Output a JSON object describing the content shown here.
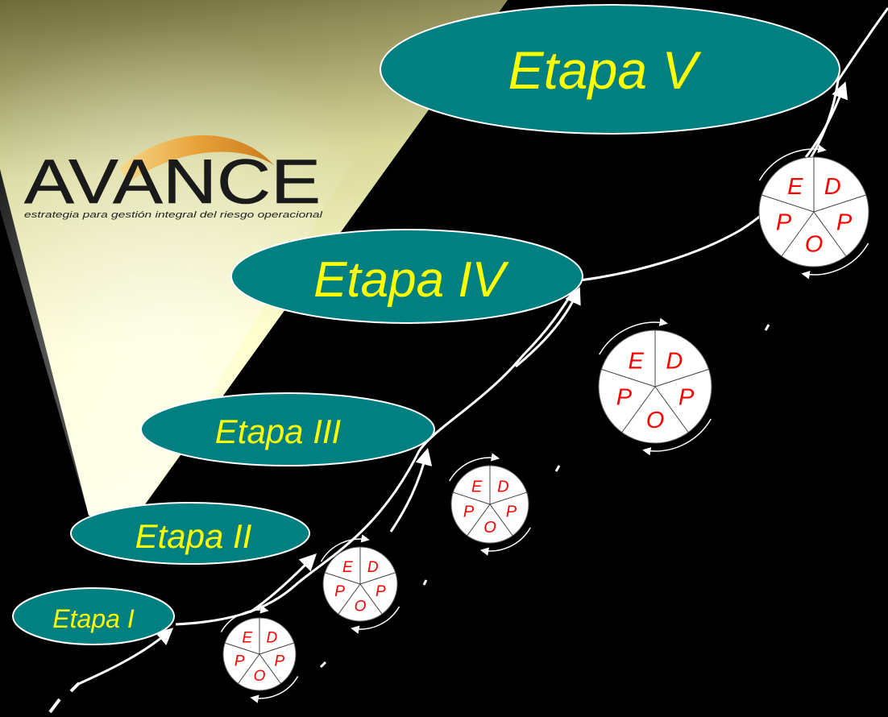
{
  "brand": {
    "name": "AVANCE",
    "tagline": "estrategia para gestión integral del riesgo operacional"
  },
  "stages": [
    {
      "label": "Etapa I"
    },
    {
      "label": "Etapa II"
    },
    {
      "label": "Etapa III"
    },
    {
      "label": "Etapa IV"
    },
    {
      "label": "Etapa V"
    }
  ],
  "cycle": {
    "letters": [
      "E",
      "D",
      "P",
      "O",
      "P"
    ]
  },
  "colors": {
    "background": "#000000",
    "ellipse_fill": "#008080",
    "stage_text": "#ffff00",
    "cycle_letters": "#ff0000",
    "cycle_fill": "#ffffff",
    "lines": "#ffffff",
    "spotlight": "#ffffcc"
  }
}
